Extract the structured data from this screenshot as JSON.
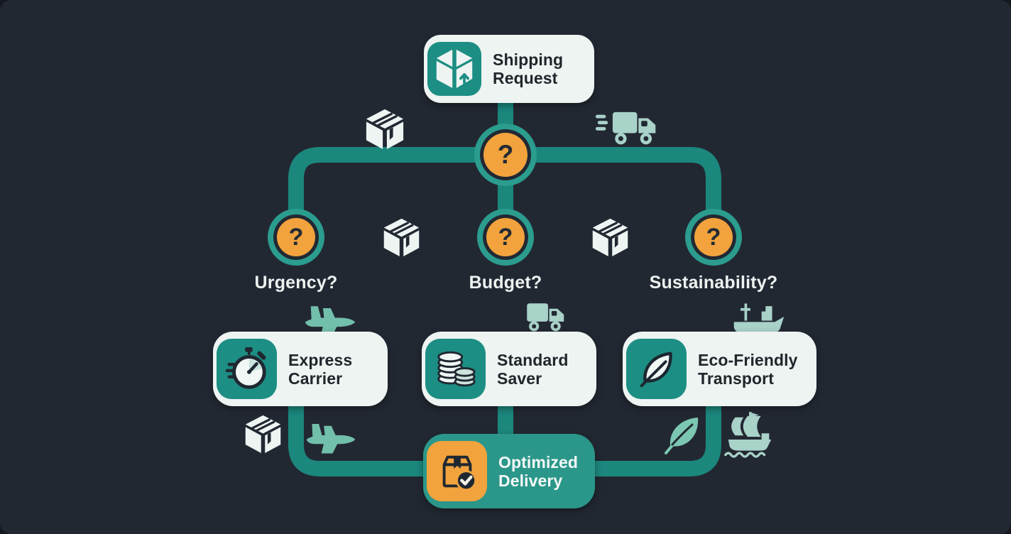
{
  "diagram": {
    "question_mark": "?",
    "root_card": {
      "label": "Shipping Request",
      "icon": "package-up-arrow-icon"
    },
    "decision_labels": {
      "left": "Urgency?",
      "center": "Budget?",
      "right": "Sustainability?"
    },
    "option_cards": {
      "express": {
        "label": "Express Carrier",
        "icon": "stopwatch-icon"
      },
      "standard": {
        "label": "Standard Saver",
        "icon": "coins-icon"
      },
      "eco": {
        "label": "Eco-Friendly Transport",
        "icon": "leaf-icon"
      }
    },
    "result_card": {
      "label": "Optimized Delivery",
      "icon": "package-check-icon"
    },
    "decorative_icons": [
      "package-icon",
      "express-truck-icon",
      "package-icon",
      "package-icon",
      "airplane-icon",
      "truck-icon",
      "cargo-ship-icon",
      "package-icon",
      "airplane-icon",
      "leaf-icon",
      "sailboat-icon"
    ],
    "colors": {
      "background": "#222832",
      "connector_teal": "#1b877d",
      "connector_olive": "#8f9b55",
      "node_orange": "#f2a33d",
      "node_ring_teal": "#2b9c8e",
      "card_light": "#edf4f2",
      "card_teal": "#2b978a",
      "icon_square_teal": "#1d8e83",
      "text_dark": "#20262b",
      "text_light": "#f4f8f7",
      "icon_light_teal": "#a9d2c9",
      "icon_mid_teal": "#72bfab"
    }
  }
}
